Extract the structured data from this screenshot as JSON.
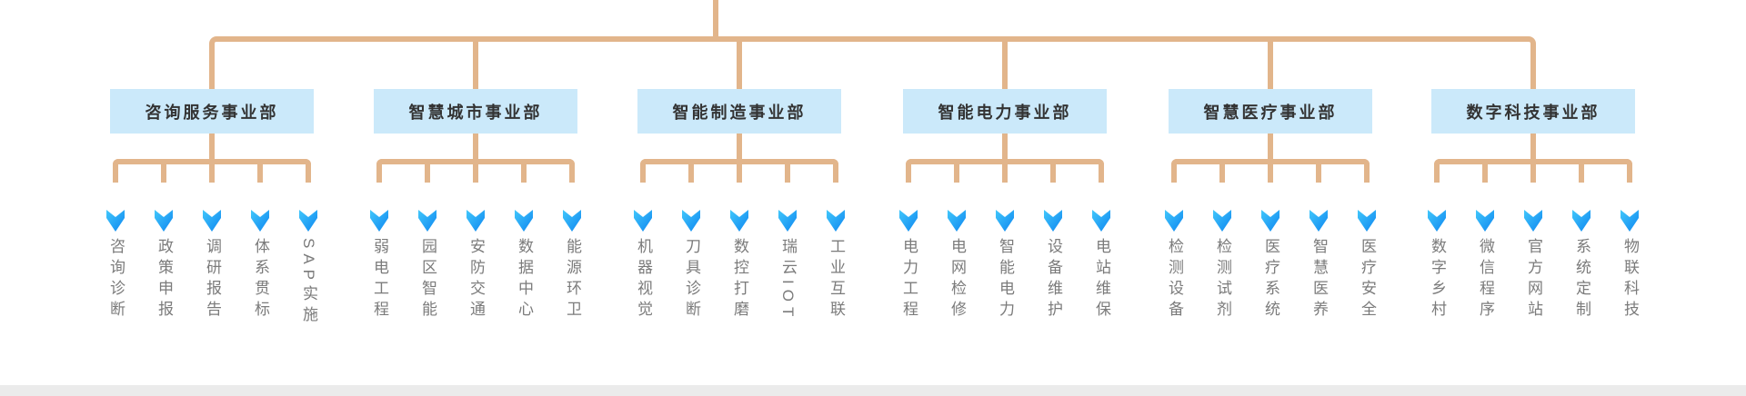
{
  "org_chart": {
    "icon_name": "double-chevron-down-icon",
    "colors": {
      "connector_line": "#e2b58b",
      "department_box_bg": "#cbe9fa",
      "department_text": "#333333",
      "child_text": "#7b7b7b",
      "icon_gradient_top": "#41c7fb",
      "icon_gradient_bottom": "#0e86f0",
      "bottom_strip": "#ebebeb"
    },
    "departments": [
      {
        "name": "咨询服务事业部",
        "children": [
          "咨询诊断",
          "政策申报",
          "调研报告",
          "体系贯标",
          "SAP实施"
        ]
      },
      {
        "name": "智慧城市事业部",
        "children": [
          "弱电工程",
          "园区智能",
          "安防交通",
          "数据中心",
          "能源环卫"
        ]
      },
      {
        "name": "智能制造事业部",
        "children": [
          "机器视觉",
          "刀具诊断",
          "数控打磨",
          "瑞云IOT",
          "工业互联"
        ]
      },
      {
        "name": "智能电力事业部",
        "children": [
          "电力工程",
          "电网检修",
          "智能电力",
          "设备维护",
          "电站维保"
        ]
      },
      {
        "name": "智慧医疗事业部",
        "children": [
          "检测设备",
          "检测试剂",
          "医疗系统",
          "智慧医养",
          "医疗安全"
        ]
      },
      {
        "name": "数字科技事业部",
        "children": [
          "数字乡村",
          "微信程序",
          "官方网站",
          "系统定制",
          "物联科技"
        ]
      }
    ]
  }
}
